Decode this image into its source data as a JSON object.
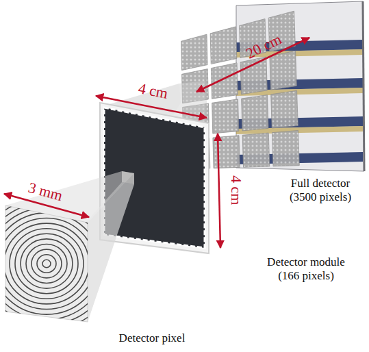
{
  "diagram": {
    "labels": [
      "20 cm",
      "4 cm",
      "4 cm",
      "3 mm",
      "Full detector (3500 pixels)",
      "Detector module (166 pixels)",
      "Detector pixel"
    ]
  }
}
